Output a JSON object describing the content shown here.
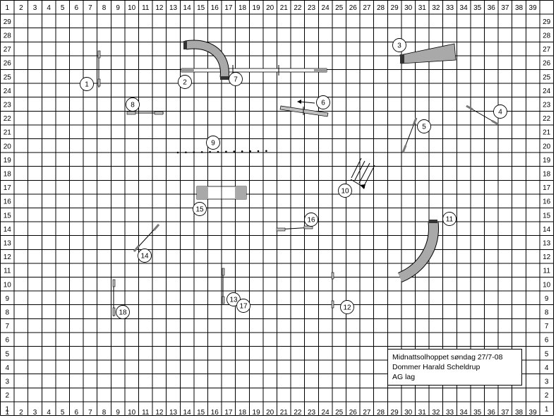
{
  "grid": {
    "columns": [
      "1",
      "2",
      "3",
      "4",
      "5",
      "6",
      "7",
      "8",
      "9",
      "10",
      "11",
      "12",
      "13",
      "14",
      "15",
      "16",
      "17",
      "18",
      "19",
      "20",
      "21",
      "22",
      "23",
      "24",
      "25",
      "26",
      "27",
      "28",
      "29",
      "30",
      "31",
      "32",
      "33",
      "34",
      "35",
      "36",
      "37",
      "38",
      "39"
    ],
    "rows": [
      "29",
      "28",
      "27",
      "26",
      "25",
      "24",
      "23",
      "22",
      "21",
      "20",
      "19",
      "18",
      "17",
      "16",
      "15",
      "14",
      "13",
      "12",
      "11",
      "10",
      "9",
      "8",
      "7",
      "6",
      "5",
      "4",
      "3",
      "2",
      "1"
    ]
  },
  "course_numbers": [
    "1",
    "2",
    "3",
    "4",
    "5",
    "6",
    "7",
    "8",
    "9",
    "10",
    "11",
    "12",
    "13",
    "14",
    "15",
    "16",
    "17",
    "18"
  ],
  "info": {
    "line1": "Midnattsolhoppet søndag 27/7-08",
    "line2": "Dommer Harald Scheldrup",
    "line3": "AG lag"
  },
  "colors": {
    "grid": "#000000",
    "tunnel": "#a9a9a9",
    "pole": "#bfbfbf",
    "background": "#ffffff"
  }
}
